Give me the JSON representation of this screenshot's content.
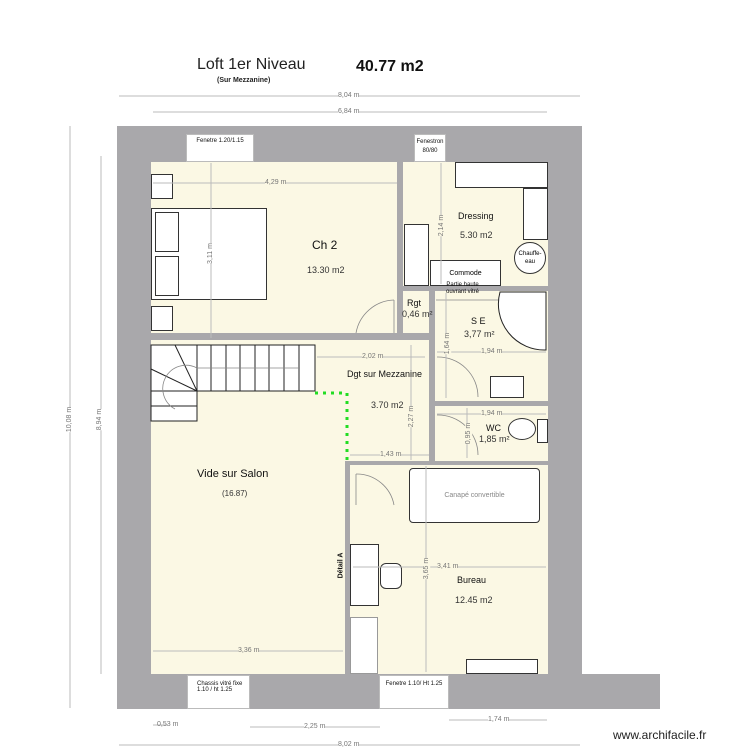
{
  "header": {
    "title": "Loft 1er Niveau",
    "subtitle": "(Sur Mezzanine)",
    "total_area": "40.77 m2"
  },
  "dimensions": {
    "top_outer": "8,04 m",
    "top_inner": "6,84 m",
    "left_outer": "10,08 m",
    "left_inner": "8,94 m",
    "ch2_width": "4,29 m",
    "ch2_height": "3,11 m",
    "dressing_height": "2,14 m",
    "dgt_width": "2,02 m",
    "dgt_height": "2,27 m",
    "dgt_bottom": "1,43 m",
    "se_width": "1,94 m",
    "se_height": "1,64 m",
    "wc_width": "1,94 m",
    "wc_height": "0,95 m",
    "bureau_width": "3,41 m",
    "bureau_height": "3,65 m",
    "salon_width": "3,36 m",
    "bottom_left": "0,53 m",
    "bottom_mid": "2,25 m",
    "bottom_right": "1,74 m",
    "bottom_outer": "8,02 m"
  },
  "rooms": {
    "ch2": {
      "name": "Ch 2",
      "area": "13.30 m2"
    },
    "dressing": {
      "name": "Dressing",
      "area": "5.30 m2"
    },
    "rgt": {
      "name": "Rgt",
      "area": "0,46 m²"
    },
    "se": {
      "name": "S E",
      "area": "3,77 m²"
    },
    "dgt": {
      "name": "Dgt sur Mezzanine",
      "area": "3.70 m2"
    },
    "wc": {
      "name": "WC",
      "area": "1,85 m²"
    },
    "salon": {
      "name": "Vide sur Salon",
      "area": "(16.87)"
    },
    "bureau": {
      "name": "Bureau",
      "area": "12.45 m2"
    }
  },
  "windows": {
    "top_left": "Fenetre 1.20/1.15",
    "top_right_line1": "Fenestron",
    "top_right_line2": "80/80",
    "bottom_left_line1": "Chassis vitré fixe",
    "bottom_left_line2": "1.10 / ht 1.25",
    "bottom_right": "Fenetre 1.10/ Ht 1.25"
  },
  "labels": {
    "commode": "Commode",
    "chauffe_eau_1": "Chauffe-",
    "chauffe_eau_2": "eau",
    "partie_haute_1": "Partie haute",
    "partie_haute_2": "ouvrant vitré",
    "canape": "Canapé convertible",
    "detail": "Détail A"
  },
  "footer": {
    "watermark": "www.archifacile.fr"
  },
  "colors": {
    "wall": "#a9a8ab",
    "floor": "#fbf8e4",
    "mezzanine_edge": "#22dd22"
  }
}
